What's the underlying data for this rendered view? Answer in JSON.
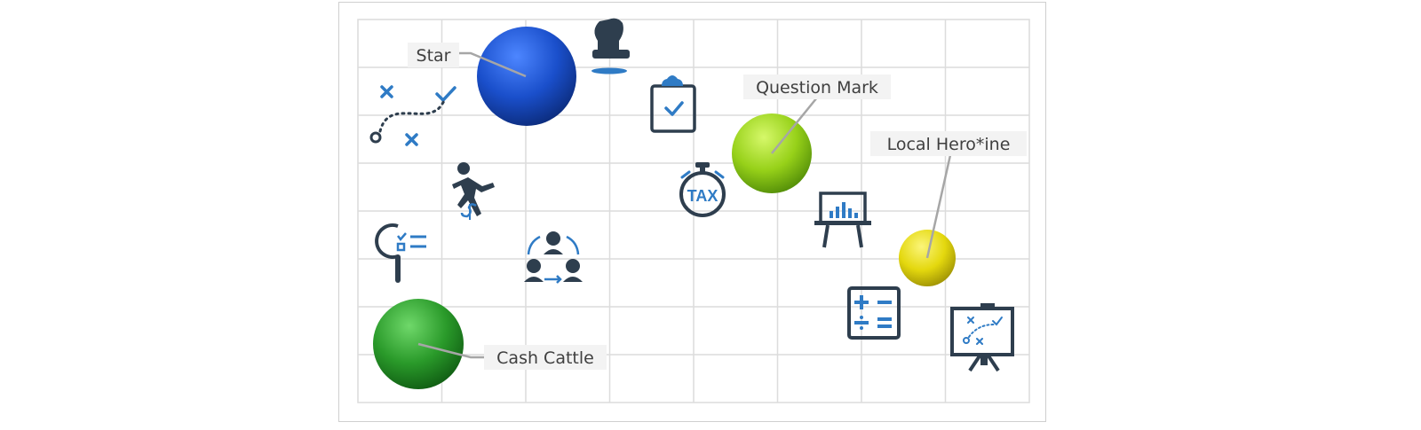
{
  "grid": {
    "columns": 8,
    "rows": 8,
    "line_color": "#dcdcdc",
    "frame_color": "#cfcfcf"
  },
  "bubbles": [
    {
      "id": "star",
      "label": "Star",
      "color": "#1d4fc4"
    },
    {
      "id": "question-mark",
      "label": "Question Mark",
      "color": "#9ad41a"
    },
    {
      "id": "local-hero",
      "label": "Local Hero*ine",
      "color": "#e9dd10"
    },
    {
      "id": "cash-cattle",
      "label": "Cash Cattle",
      "color": "#2a9a2a"
    }
  ],
  "icons": [
    "route-plan-icon",
    "stamp-icon",
    "clipboard-check-icon",
    "falling-person-dollar-icon",
    "tax-stopwatch-icon",
    "presentation-chart-icon",
    "search-checklist-icon",
    "team-cycle-icon",
    "calculator-icon",
    "strategy-board-icon"
  ],
  "colors": {
    "icon_dark": "#2e3e4e",
    "icon_blue": "#2f7bc5",
    "label_box": "#f3f3f3",
    "leader_line": "#a6a6a6"
  }
}
